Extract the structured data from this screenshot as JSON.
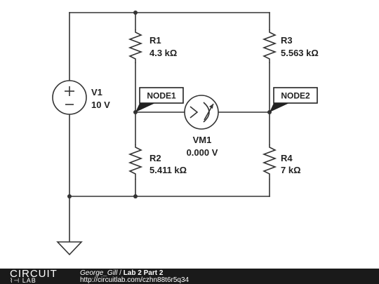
{
  "components": {
    "v1": {
      "name": "V1",
      "value": "10 V"
    },
    "r1": {
      "name": "R1",
      "value": "4.3 kΩ"
    },
    "r2": {
      "name": "R2",
      "value": "5.411 kΩ"
    },
    "r3": {
      "name": "R3",
      "value": "5.563 kΩ"
    },
    "r4": {
      "name": "R4",
      "value": "7 kΩ"
    },
    "vm1": {
      "name": "VM1",
      "value": "0.000 V"
    }
  },
  "nodes": {
    "node1": "NODE1",
    "node2": "NODE2"
  },
  "footer": {
    "logo_top": "CIRCUIT",
    "logo_bottom": "LAB",
    "author": "George_Gill",
    "separator": " / ",
    "title": "Lab 2 Part 2",
    "url": "http://circuitlab.com/czhn88t6r5q34"
  },
  "colors": {
    "wire": "#333333",
    "flag": "#222222",
    "footer_bg": "#1a1a1a"
  }
}
